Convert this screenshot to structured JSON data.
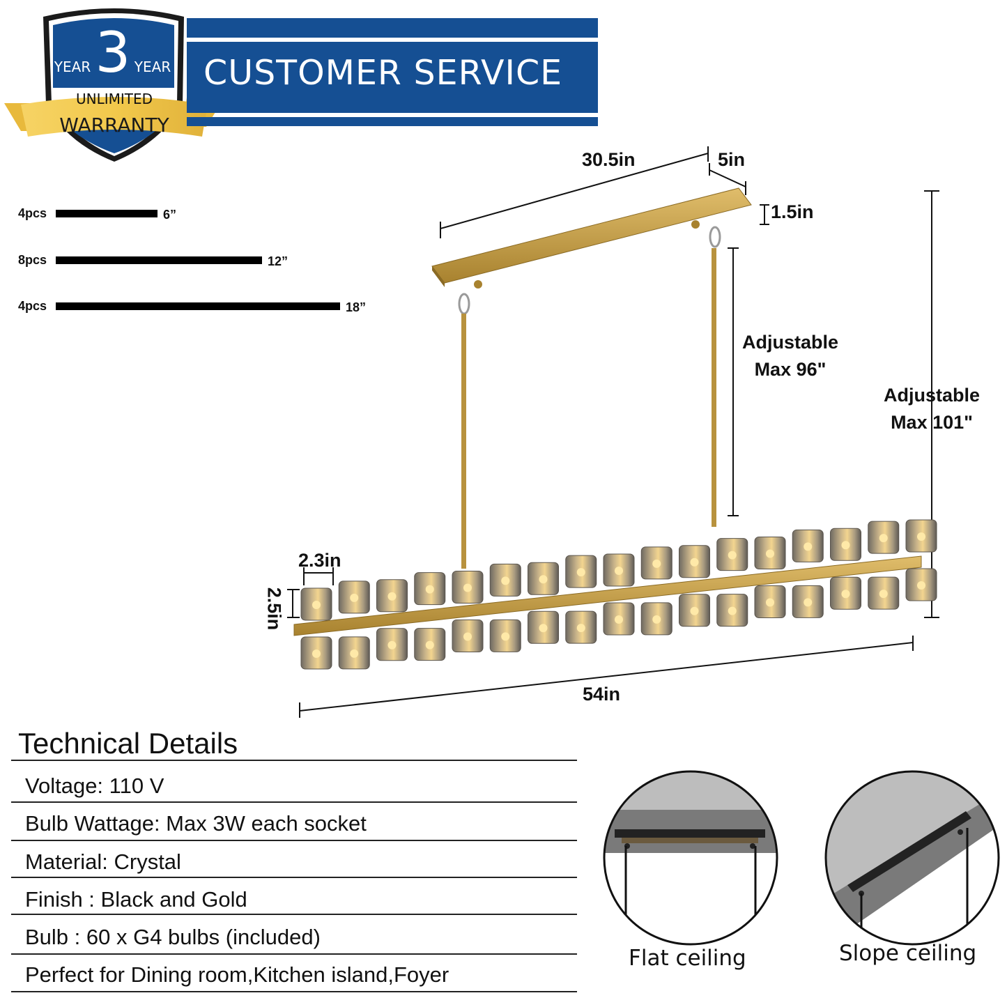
{
  "badge": {
    "year_left": "YEAR",
    "number": "3",
    "year_right": "YEAR",
    "unlimited": "UNLIMITED",
    "warranty": "WARRANTY"
  },
  "banner": {
    "title": "CUSTOMER SERVICE"
  },
  "rods": [
    {
      "qty": "4pcs",
      "length": "6”"
    },
    {
      "qty": "8pcs",
      "length": "12”"
    },
    {
      "qty": "4pcs",
      "length": "18”"
    }
  ],
  "dimensions": {
    "canopy_length": "30.5in",
    "canopy_width": "5in",
    "canopy_height": "1.5in",
    "rod_adjustable": "Adjustable",
    "rod_max": "Max 96\"",
    "total_adjustable": "Adjustable",
    "total_max": "Max 101\"",
    "crystal_width": "2.3in",
    "crystal_height": "2.5in",
    "fixture_length": "54in"
  },
  "technical_details": {
    "title": "Technical Details",
    "rows": [
      "Voltage: 110 V",
      "Bulb Wattage: Max 3W each socket",
      "Material: Crystal",
      "Finish : Black and Gold",
      "Bulb : 60 x G4 bulbs (included)",
      "Perfect for Dining room,Kitchen island,Foyer"
    ]
  },
  "ceilings": {
    "flat_label": "Flat ceiling",
    "slope_label": "Slope ceiling"
  },
  "colors": {
    "brand_blue": "#154f93",
    "gold": "#c9a04a",
    "badge_gold": "#f2c94c"
  }
}
